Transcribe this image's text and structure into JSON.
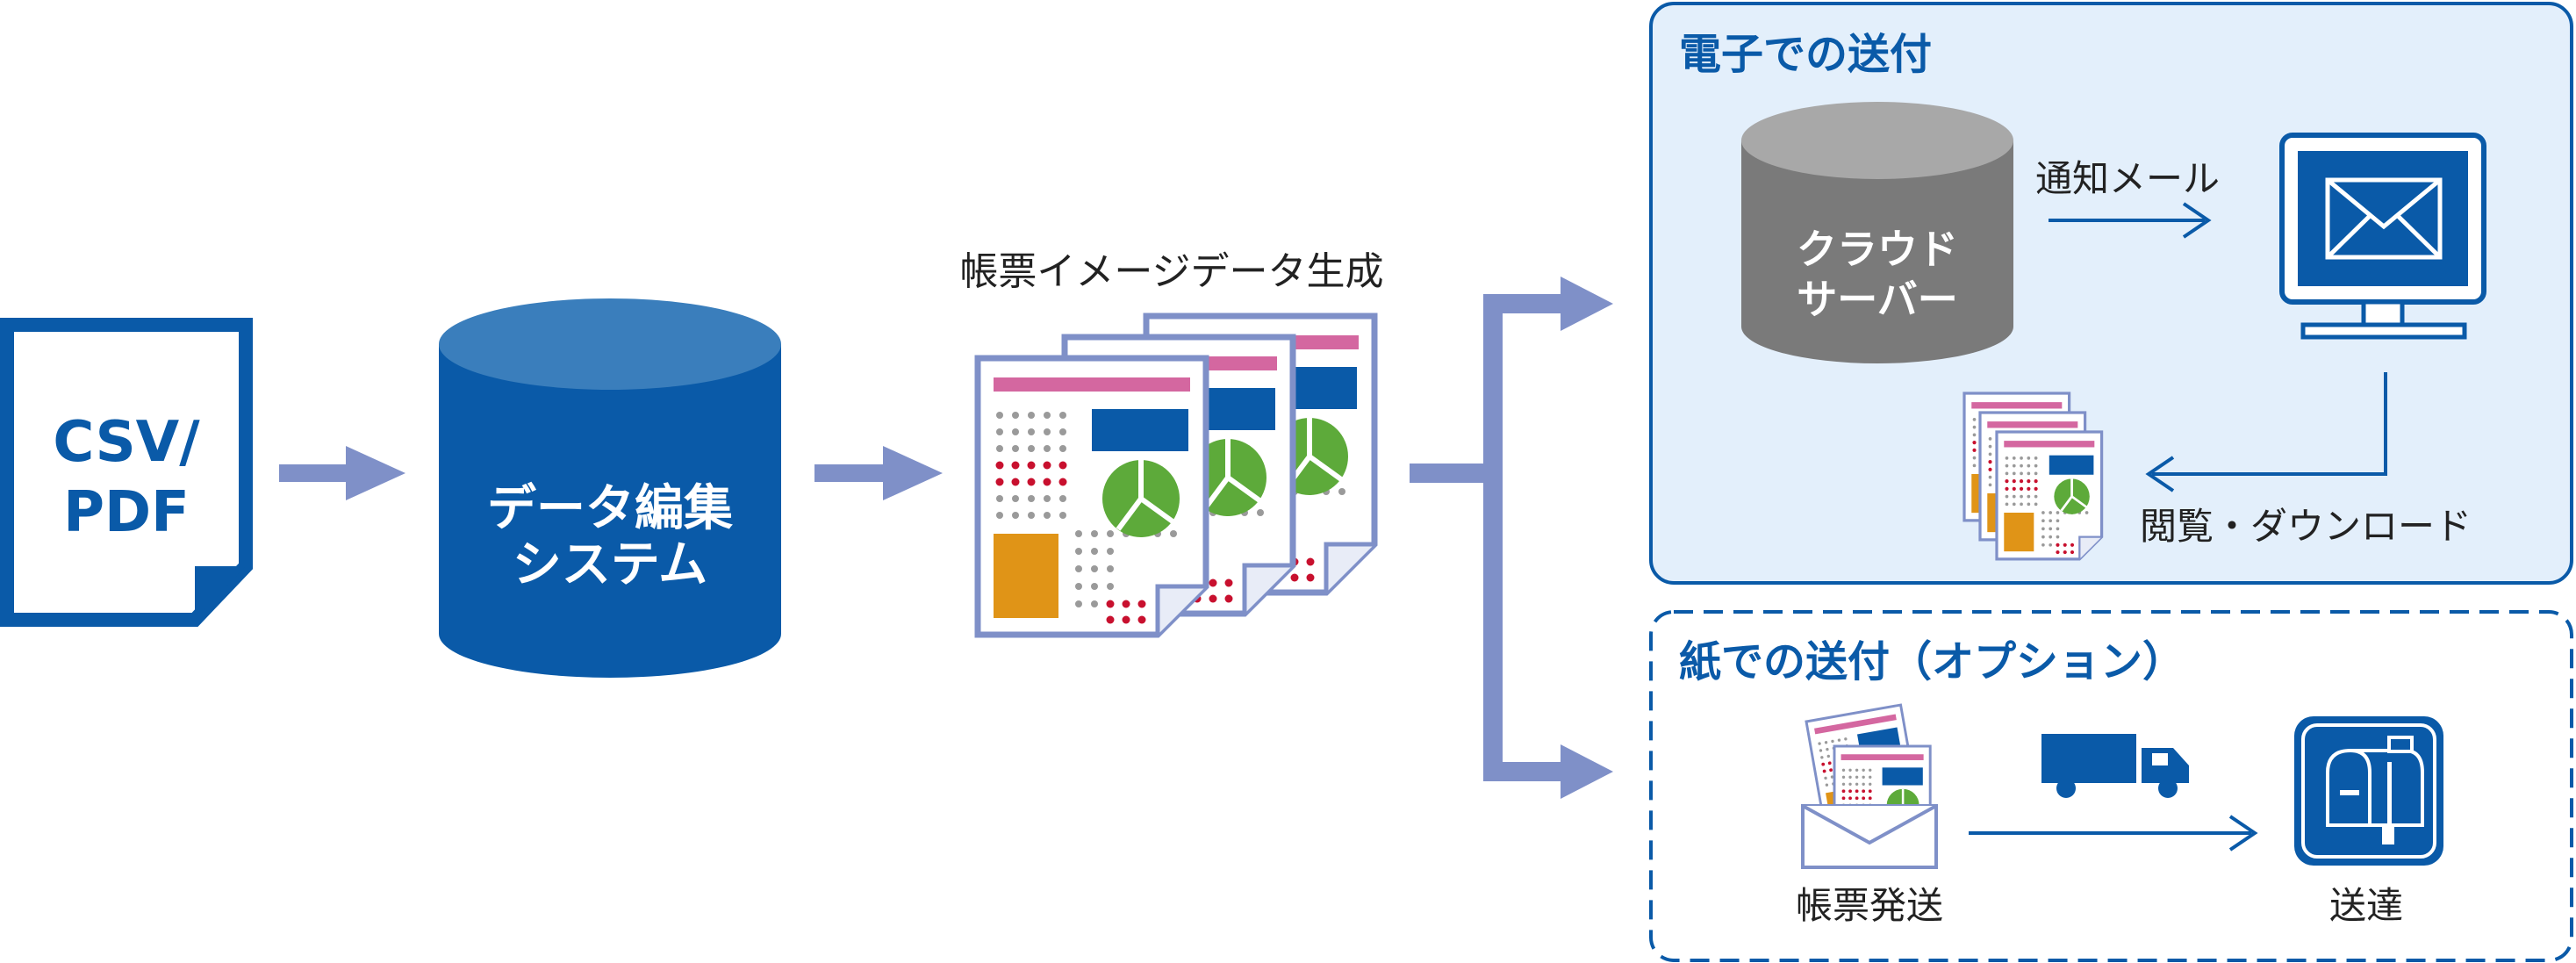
{
  "source": {
    "line1": "CSV/",
    "line2": "PDF"
  },
  "system": {
    "line1": "データ編集",
    "line2": "システム"
  },
  "image_gen": {
    "label": "帳票イメージデータ生成"
  },
  "electronic": {
    "title": "電子での送付",
    "cloud_line1": "クラウド",
    "cloud_line2": "サーバー",
    "notify_label": "通知メール",
    "view_label": "閲覧・ダウンロード"
  },
  "paper": {
    "title": "紙での送付（オプション）",
    "send_label": "帳票発送",
    "deliver_label": "送達"
  },
  "colors": {
    "primary_blue": "#0a5aa8",
    "arrow_blue": "#7f90c8",
    "panel_fill": "#e3effb",
    "cloud_gray": "#8a8a8a",
    "doc_pink": "#d467a0",
    "doc_green": "#5daa3a",
    "doc_orange": "#e09417",
    "doc_red": "#c8102e"
  }
}
